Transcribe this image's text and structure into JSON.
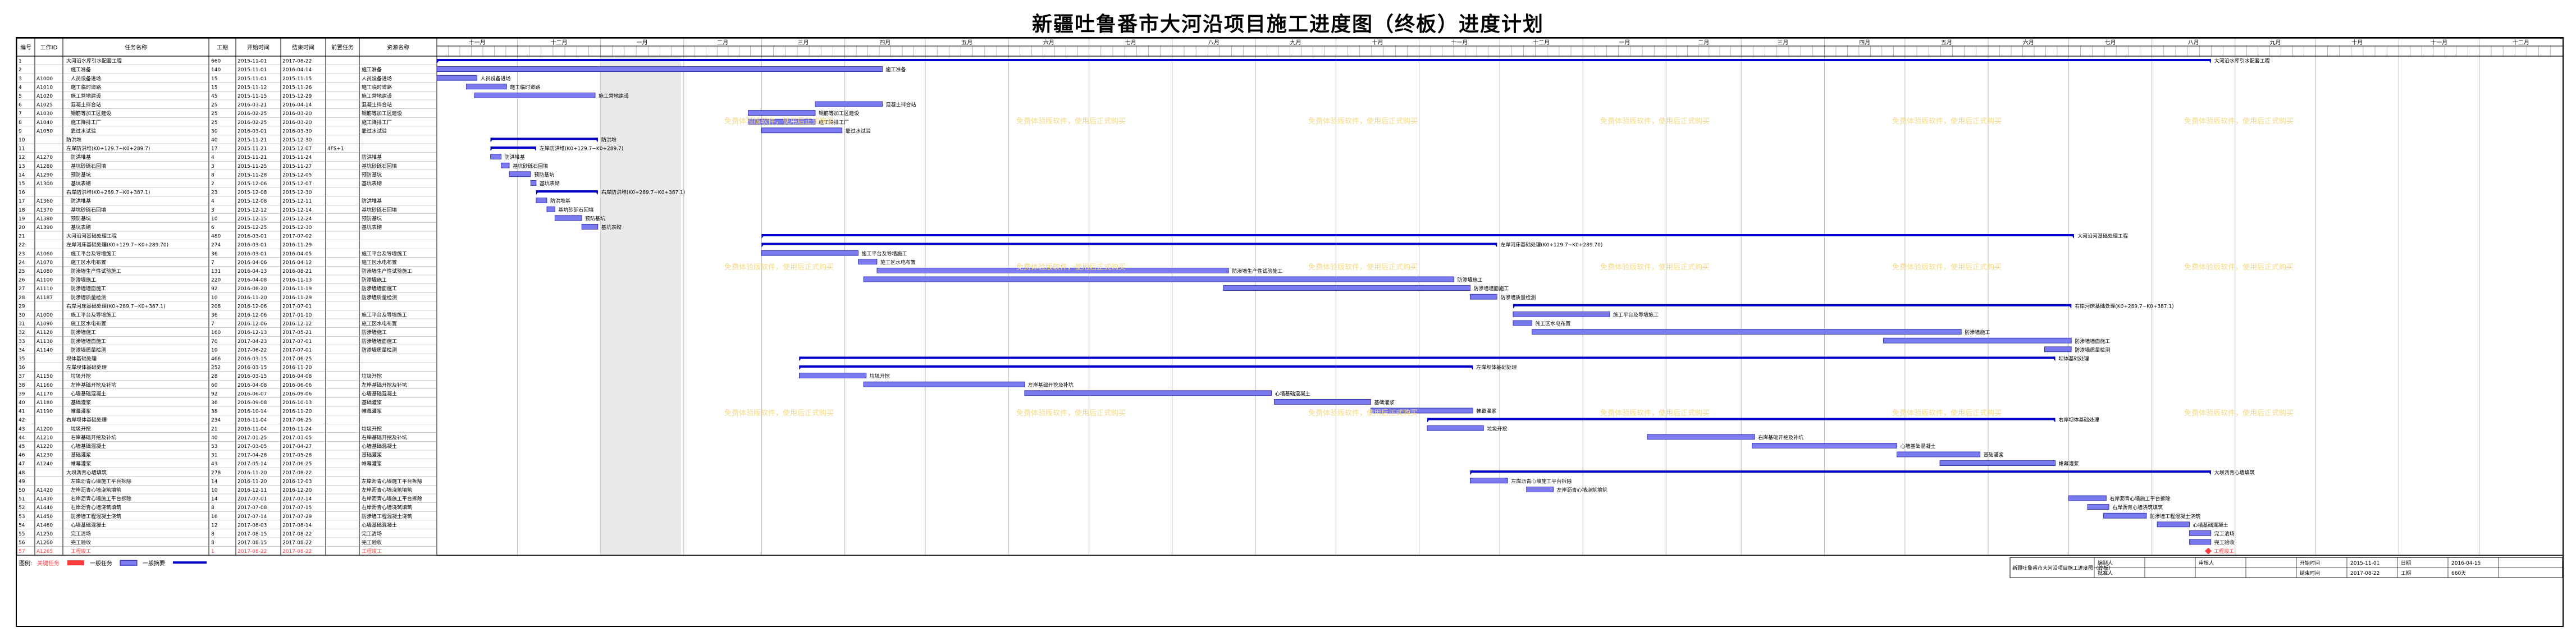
{
  "title": "新疆吐鲁番市大河沿项目施工进度图（终板）进度计划",
  "columns": [
    "编号",
    "工作ID",
    "任务名称",
    "工期",
    "开始时间",
    "结束时间",
    "前置任务",
    "资源名称"
  ],
  "chart_data": {
    "type": "gantt",
    "x_start": "2015-11-01",
    "x_end": "2017-12-31",
    "months": [
      "十一月",
      "十二月",
      "一月",
      "二月",
      "三月",
      "四月",
      "五月",
      "六月",
      "七月",
      "八月",
      "九月",
      "十月",
      "十一月",
      "十二月",
      "一月",
      "二月",
      "三月",
      "四月",
      "五月",
      "六月",
      "七月",
      "八月",
      "九月",
      "十月",
      "十一月",
      "十二月"
    ],
    "tasks": [
      {
        "id": "1",
        "wid": "",
        "name": "大河沿水库引水配套工程",
        "dur": "660",
        "start": "2015-11-01",
        "end": "2017-08-22",
        "pred": "",
        "res": "",
        "type": "summary"
      },
      {
        "id": "2",
        "wid": "",
        "name": "施工准备",
        "dur": "140",
        "start": "2015-11-01",
        "end": "2016-04-14",
        "pred": "",
        "res": "施工准备",
        "type": "normal"
      },
      {
        "id": "3",
        "wid": "A1000",
        "name": "人员设备进场",
        "dur": "15",
        "start": "2015-11-01",
        "end": "2015-11-15",
        "pred": "",
        "res": "人员设备进场",
        "type": "normal"
      },
      {
        "id": "4",
        "wid": "A1010",
        "name": "施工临时道路",
        "dur": "15",
        "start": "2015-11-12",
        "end": "2015-11-26",
        "pred": "",
        "res": "施工临时道路",
        "type": "normal"
      },
      {
        "id": "5",
        "wid": "A1020",
        "name": "施工营地建设",
        "dur": "45",
        "start": "2015-11-15",
        "end": "2015-12-29",
        "pred": "",
        "res": "施工营地建设",
        "type": "normal"
      },
      {
        "id": "6",
        "wid": "A1025",
        "name": "混凝土拌合站",
        "dur": "25",
        "start": "2016-03-21",
        "end": "2016-04-14",
        "pred": "",
        "res": "混凝土拌合站",
        "type": "normal"
      },
      {
        "id": "7",
        "wid": "A1030",
        "name": "钢筋等加工区建设",
        "dur": "25",
        "start": "2016-02-25",
        "end": "2016-03-20",
        "pred": "",
        "res": "钢筋等加工区建设",
        "type": "normal"
      },
      {
        "id": "8",
        "wid": "A1040",
        "name": "施工降排工厂",
        "dur": "25",
        "start": "2016-02-25",
        "end": "2016-03-20",
        "pred": "",
        "res": "施工降排工厂",
        "type": "normal"
      },
      {
        "id": "9",
        "wid": "A1050",
        "name": "靠过水试验",
        "dur": "30",
        "start": "2016-03-01",
        "end": "2016-03-30",
        "pred": "",
        "res": "靠过水试验",
        "type": "normal"
      },
      {
        "id": "10",
        "wid": "",
        "name": "防洪堆",
        "dur": "40",
        "start": "2015-11-21",
        "end": "2015-12-30",
        "pred": "",
        "res": "",
        "type": "summary"
      },
      {
        "id": "11",
        "wid": "",
        "name": "左岸防洪堆(K0+129.7~K0+289.7)",
        "dur": "17",
        "start": "2015-11-21",
        "end": "2015-12-07",
        "pred": "4FS+1",
        "res": "",
        "type": "summary"
      },
      {
        "id": "12",
        "wid": "A1270",
        "name": "防洪堆基",
        "dur": "4",
        "start": "2015-11-21",
        "end": "2015-11-24",
        "pred": "",
        "res": "防洪堆基",
        "type": "normal"
      },
      {
        "id": "13",
        "wid": "A1280",
        "name": "基坑砂砾石回填",
        "dur": "3",
        "start": "2015-11-25",
        "end": "2015-11-27",
        "pred": "",
        "res": "基坑砂砾石回填",
        "type": "normal"
      },
      {
        "id": "14",
        "wid": "A1290",
        "name": "预防基坑",
        "dur": "8",
        "start": "2015-11-28",
        "end": "2015-12-05",
        "pred": "",
        "res": "预防基坑",
        "type": "normal"
      },
      {
        "id": "15",
        "wid": "A1300",
        "name": "基坑表砌",
        "dur": "2",
        "start": "2015-12-06",
        "end": "2015-12-07",
        "pred": "",
        "res": "基坑表砌",
        "type": "normal"
      },
      {
        "id": "16",
        "wid": "",
        "name": "右岸防洪堆(K0+289.7~K0+387.1)",
        "dur": "23",
        "start": "2015-12-08",
        "end": "2015-12-30",
        "pred": "",
        "res": "",
        "type": "summary"
      },
      {
        "id": "17",
        "wid": "A1360",
        "name": "防洪堆基",
        "dur": "4",
        "start": "2015-12-08",
        "end": "2015-12-11",
        "pred": "",
        "res": "防洪堆基",
        "type": "normal"
      },
      {
        "id": "18",
        "wid": "A1370",
        "name": "基坑砂砾石回填",
        "dur": "3",
        "start": "2015-12-12",
        "end": "2015-12-14",
        "pred": "",
        "res": "基坑砂砾石回填",
        "type": "normal"
      },
      {
        "id": "19",
        "wid": "A1380",
        "name": "预防基坑",
        "dur": "10",
        "start": "2015-12-15",
        "end": "2015-12-24",
        "pred": "",
        "res": "预防基坑",
        "type": "normal"
      },
      {
        "id": "20",
        "wid": "A1390",
        "name": "基坑表砌",
        "dur": "6",
        "start": "2015-12-25",
        "end": "2015-12-30",
        "pred": "",
        "res": "基坑表砌",
        "type": "normal"
      },
      {
        "id": "21",
        "wid": "",
        "name": "大河沿河基础处理工程",
        "dur": "480",
        "start": "2016-03-01",
        "end": "2017-07-02",
        "pred": "",
        "res": "",
        "type": "summary"
      },
      {
        "id": "22",
        "wid": "",
        "name": "左岸河床基础处理(K0+129.7~K0+289.70)",
        "dur": "274",
        "start": "2016-03-01",
        "end": "2016-11-29",
        "pred": "",
        "res": "",
        "type": "summary"
      },
      {
        "id": "23",
        "wid": "A1060",
        "name": "施工平台及导墙施工",
        "dur": "36",
        "start": "2016-03-01",
        "end": "2016-04-05",
        "pred": "",
        "res": "施工平台及导墙施工",
        "type": "normal"
      },
      {
        "id": "24",
        "wid": "A1070",
        "name": "施工区水电布置",
        "dur": "7",
        "start": "2016-04-06",
        "end": "2016-04-12",
        "pred": "",
        "res": "施工区水电布置",
        "type": "normal"
      },
      {
        "id": "25",
        "wid": "A1080",
        "name": "防渗墙生产性试验施工",
        "dur": "131",
        "start": "2016-04-13",
        "end": "2016-08-21",
        "pred": "",
        "res": "防渗墙生产性试验施工",
        "type": "normal"
      },
      {
        "id": "26",
        "wid": "A1100",
        "name": "防渗墙施工",
        "dur": "220",
        "start": "2016-04-08",
        "end": "2016-11-13",
        "pred": "",
        "res": "防渗墙施工",
        "type": "normal"
      },
      {
        "id": "27",
        "wid": "A1110",
        "name": "防渗墙墙面施工",
        "dur": "92",
        "start": "2016-08-20",
        "end": "2016-11-19",
        "pred": "",
        "res": "防渗墙墙面施工",
        "type": "normal"
      },
      {
        "id": "28",
        "wid": "A1187",
        "name": "防渗墙质量检测",
        "dur": "10",
        "start": "2016-11-20",
        "end": "2016-11-29",
        "pred": "",
        "res": "防渗墙质量检测",
        "type": "normal"
      },
      {
        "id": "29",
        "wid": "",
        "name": "右岸河床基础处理(K0+289.7~K0+387.1)",
        "dur": "208",
        "start": "2016-12-06",
        "end": "2017-07-01",
        "pred": "",
        "res": "",
        "type": "summary"
      },
      {
        "id": "30",
        "wid": "A1000",
        "name": "施工平台及导墙施工",
        "dur": "36",
        "start": "2016-12-06",
        "end": "2017-01-10",
        "pred": "",
        "res": "施工平台及导墙施工",
        "type": "normal"
      },
      {
        "id": "31",
        "wid": "A1090",
        "name": "施工区水电布置",
        "dur": "7",
        "start": "2016-12-06",
        "end": "2016-12-12",
        "pred": "",
        "res": "施工区水电布置",
        "type": "normal"
      },
      {
        "id": "32",
        "wid": "A1120",
        "name": "防渗墙施工",
        "dur": "160",
        "start": "2016-12-13",
        "end": "2017-05-21",
        "pred": "",
        "res": "防渗墙施工",
        "type": "normal"
      },
      {
        "id": "33",
        "wid": "A1130",
        "name": "防渗墙墙面施工",
        "dur": "70",
        "start": "2017-04-23",
        "end": "2017-07-01",
        "pred": "",
        "res": "防渗墙墙面施工",
        "type": "normal"
      },
      {
        "id": "34",
        "wid": "A1140",
        "name": "防渗墙质量检测",
        "dur": "10",
        "start": "2017-06-22",
        "end": "2017-07-01",
        "pred": "",
        "res": "防渗墙质量检测",
        "type": "normal"
      },
      {
        "id": "35",
        "wid": "",
        "name": "坝体基础处理",
        "dur": "466",
        "start": "2016-03-15",
        "end": "2017-06-25",
        "pred": "",
        "res": "",
        "type": "summary"
      },
      {
        "id": "36",
        "wid": "",
        "name": "左岸坝体基础处理",
        "dur": "252",
        "start": "2016-03-15",
        "end": "2016-11-20",
        "pred": "",
        "res": "",
        "type": "summary"
      },
      {
        "id": "37",
        "wid": "A1150",
        "name": "垃圾开挖",
        "dur": "28",
        "start": "2016-03-15",
        "end": "2016-04-08",
        "pred": "",
        "res": "垃圾开挖",
        "type": "normal"
      },
      {
        "id": "38",
        "wid": "A1160",
        "name": "左岸基础开挖及补坑",
        "dur": "60",
        "start": "2016-04-08",
        "end": "2016-06-06",
        "pred": "",
        "res": "左岸基础开挖及补坑",
        "type": "normal"
      },
      {
        "id": "39",
        "wid": "A1170",
        "name": "心墙基础混凝土",
        "dur": "92",
        "start": "2016-06-07",
        "end": "2016-09-06",
        "pred": "",
        "res": "心墙基础混凝土",
        "type": "normal"
      },
      {
        "id": "40",
        "wid": "A1180",
        "name": "基础灌浆",
        "dur": "36",
        "start": "2016-09-08",
        "end": "2016-10-13",
        "pred": "",
        "res": "基础灌浆",
        "type": "normal"
      },
      {
        "id": "41",
        "wid": "A1190",
        "name": "帷幕灌浆",
        "dur": "38",
        "start": "2016-10-14",
        "end": "2016-11-20",
        "pred": "",
        "res": "帷幕灌浆",
        "type": "normal"
      },
      {
        "id": "42",
        "wid": "",
        "name": "右岸坝体基础处理",
        "dur": "234",
        "start": "2016-11-04",
        "end": "2017-06-25",
        "pred": "",
        "res": "",
        "type": "summary"
      },
      {
        "id": "43",
        "wid": "A1200",
        "name": "垃圾开挖",
        "dur": "21",
        "start": "2016-11-04",
        "end": "2016-11-24",
        "pred": "",
        "res": "垃圾开挖",
        "type": "normal"
      },
      {
        "id": "44",
        "wid": "A1210",
        "name": "右岸基础开挖及补坑",
        "dur": "40",
        "start": "2017-01-25",
        "end": "2017-03-05",
        "pred": "",
        "res": "右岸基础开挖及补坑",
        "type": "normal"
      },
      {
        "id": "45",
        "wid": "A1220",
        "name": "心墙基础混凝土",
        "dur": "53",
        "start": "2017-03-05",
        "end": "2017-04-27",
        "pred": "",
        "res": "心墙基础混凝土",
        "type": "normal"
      },
      {
        "id": "46",
        "wid": "A1230",
        "name": "基础灌浆",
        "dur": "31",
        "start": "2017-04-28",
        "end": "2017-05-28",
        "pred": "",
        "res": "基础灌浆",
        "type": "normal"
      },
      {
        "id": "47",
        "wid": "A1240",
        "name": "帷幕灌浆",
        "dur": "43",
        "start": "2017-05-14",
        "end": "2017-06-25",
        "pred": "",
        "res": "帷幕灌浆",
        "type": "normal"
      },
      {
        "id": "48",
        "wid": "",
        "name": "大坝沥青心墙填筑",
        "dur": "278",
        "start": "2016-11-20",
        "end": "2017-08-22",
        "pred": "",
        "res": "",
        "type": "summary"
      },
      {
        "id": "49",
        "wid": "",
        "name": "左岸沥青心墙施工平台拆除",
        "dur": "14",
        "start": "2016-11-20",
        "end": "2016-12-03",
        "pred": "",
        "res": "左岸沥青心墙施工平台拆除",
        "type": "normal"
      },
      {
        "id": "50",
        "wid": "A1420",
        "name": "左岸沥青心墙浇筑填筑",
        "dur": "10",
        "start": "2016-12-11",
        "end": "2016-12-20",
        "pred": "",
        "res": "左岸沥青心墙浇筑填筑",
        "type": "normal"
      },
      {
        "id": "51",
        "wid": "A1430",
        "name": "右岸沥青心墙施工平台拆除",
        "dur": "14",
        "start": "2017-07-01",
        "end": "2017-07-14",
        "pred": "",
        "res": "右岸沥青心墙施工平台拆除",
        "type": "normal"
      },
      {
        "id": "52",
        "wid": "A1440",
        "name": "右岸沥青心墙浇筑填筑",
        "dur": "8",
        "start": "2017-07-08",
        "end": "2017-07-15",
        "pred": "",
        "res": "右岸沥青心墙浇筑填筑",
        "type": "normal"
      },
      {
        "id": "53",
        "wid": "A1450",
        "name": "防渗墙工程混凝土浇筑",
        "dur": "16",
        "start": "2017-07-14",
        "end": "2017-07-29",
        "pred": "",
        "res": "防渗墙工程混凝土浇筑",
        "type": "normal"
      },
      {
        "id": "54",
        "wid": "A1460",
        "name": "心墙基础混凝土",
        "dur": "12",
        "start": "2017-08-03",
        "end": "2017-08-14",
        "pred": "",
        "res": "心墙基础混凝土",
        "type": "normal"
      },
      {
        "id": "55",
        "wid": "A1250",
        "name": "完工清场",
        "dur": "8",
        "start": "2017-08-15",
        "end": "2017-08-22",
        "pred": "",
        "res": "完工清场",
        "type": "normal"
      },
      {
        "id": "56",
        "wid": "A1260",
        "name": "完工验收",
        "dur": "8",
        "start": "2017-08-15",
        "end": "2017-08-22",
        "pred": "",
        "res": "完工验收",
        "type": "normal"
      },
      {
        "id": "57",
        "wid": "A1265",
        "name": "工程竣工",
        "dur": "1",
        "start": "2017-08-22",
        "end": "2017-08-22",
        "pred": "",
        "res": "工程竣工",
        "type": "milestone"
      }
    ]
  },
  "legend": {
    "label": "图例:",
    "critical": "关键任务",
    "normal": "一般任务",
    "summary": "一般摘要"
  },
  "footer": {
    "project": "新疆吐鲁番市大河沿项目施工进度图（终板）",
    "made_by_label": "编制人",
    "checked_by_label": "审核人",
    "approved_by_label": "批准人",
    "start_label": "开始时间",
    "end_label": "结束时间",
    "dur_label": "工期",
    "start_value": "2015-11-01",
    "end_value": "2017-08-22",
    "dur_value": "660天",
    "date_label": "日期",
    "date_value": "2016-04-15"
  },
  "colors": {
    "bar": "#7b7bf0",
    "bar_stroke": "#2020a8",
    "summary": "#0000c8",
    "critical": "#ff3b3b",
    "watermark": "#f3d98a"
  },
  "watermark": "免费体验版软件，使用后正式购买"
}
